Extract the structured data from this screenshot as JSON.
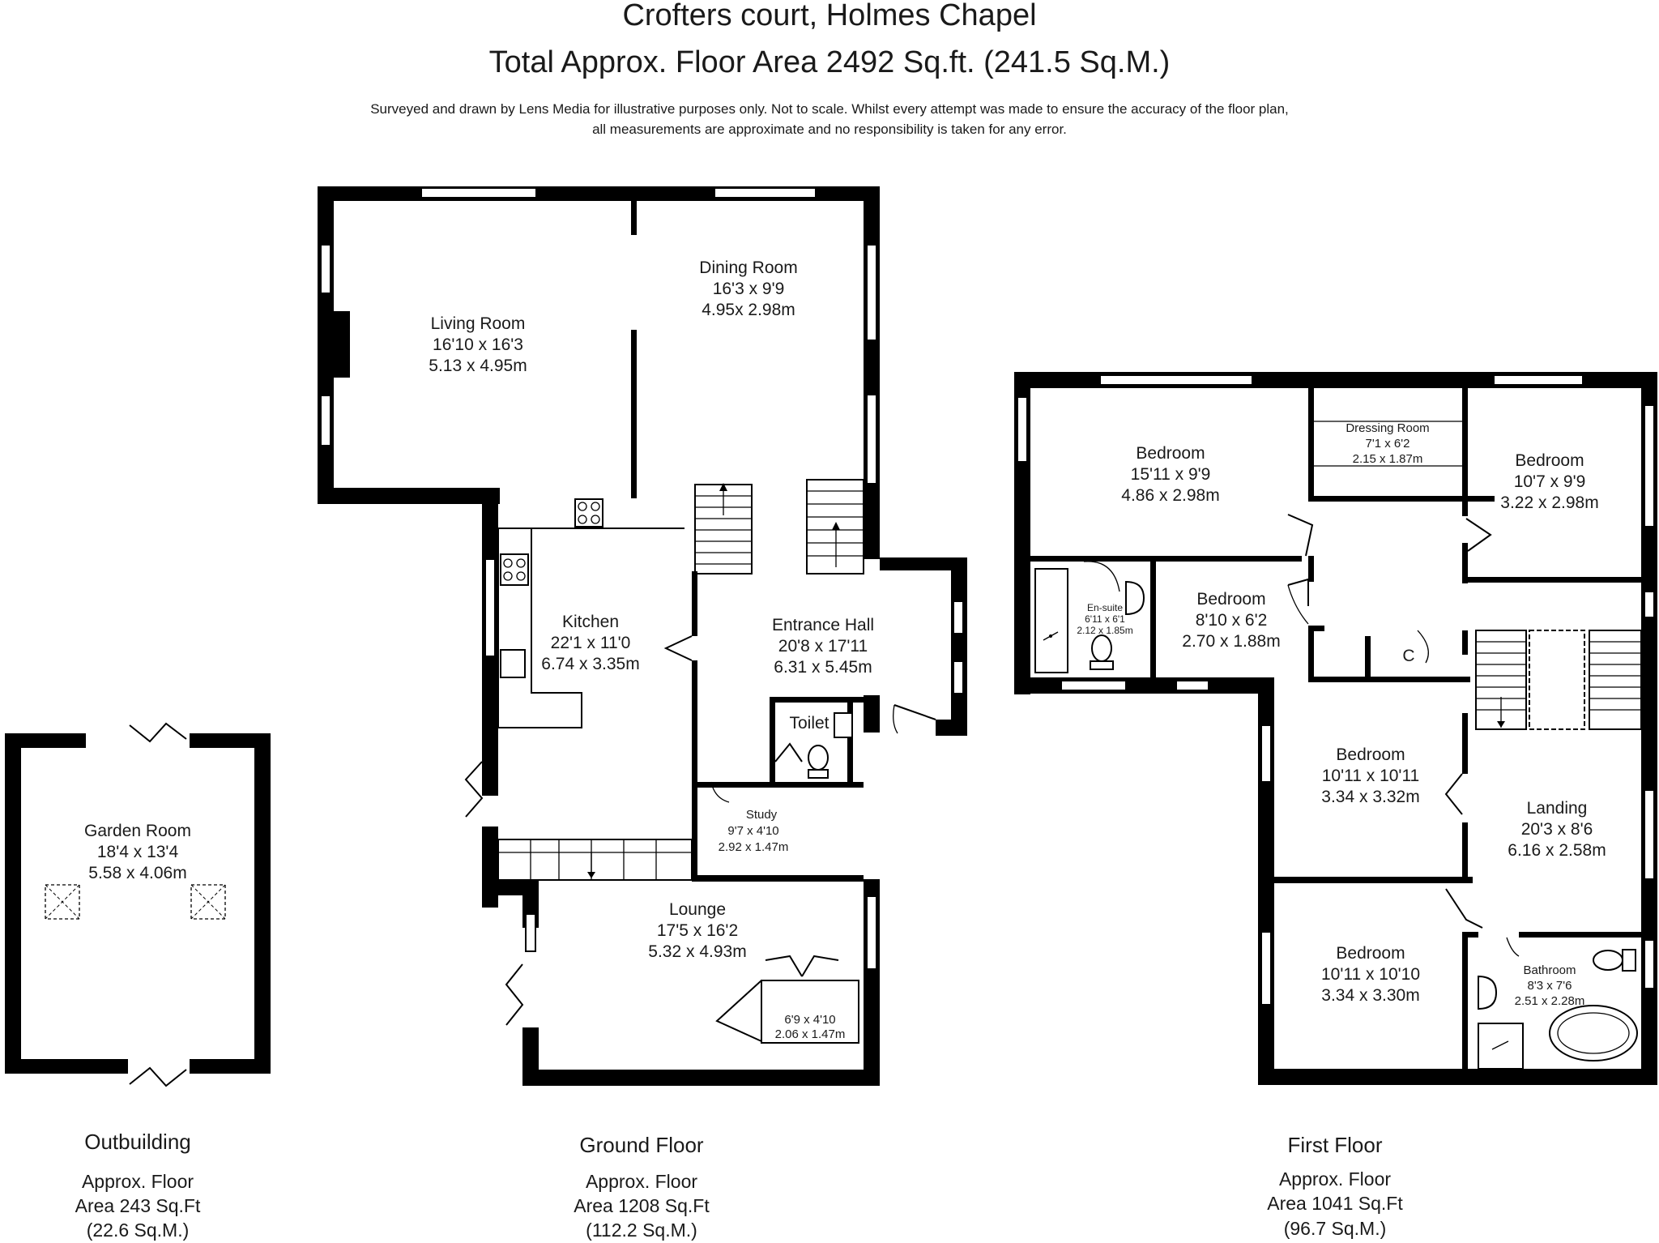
{
  "header": {
    "title_line1": "Crofters court, Holmes Chapel",
    "title_line2": "Total Approx. Floor Area 2492 Sq.ft. (241.5 Sq.M.)",
    "disclaimer_line1": "Surveyed and drawn by Lens Media for illustrative purposes only. Not to scale. Whilst every attempt was made to ensure the accuracy of the floor plan,",
    "disclaimer_line2": "all measurements are approximate and no responsibility is taken for any error."
  },
  "outbuilding": {
    "caption": "Outbuilding",
    "area_line1": "Approx. Floor",
    "area_line2": "Area 243 Sq.Ft",
    "area_line3": "(22.6 Sq.M.)",
    "rooms": {
      "garden_room": {
        "name": "Garden Room",
        "imperial": "18'4 x 13'4",
        "metric": "5.58 x 4.06m"
      }
    }
  },
  "ground_floor": {
    "caption": "Ground Floor",
    "area_line1": "Approx. Floor",
    "area_line2": "Area 1208 Sq.Ft",
    "area_line3": "(112.2 Sq.M.)",
    "rooms": {
      "living_room": {
        "name": "Living Room",
        "imperial": "16'10 x 16'3",
        "metric": "5.13 x 4.95m"
      },
      "dining_room": {
        "name": "Dining Room",
        "imperial": "16'3 x 9'9",
        "metric": "4.95x 2.98m"
      },
      "kitchen": {
        "name": "Kitchen",
        "imperial": "22'1 x 11'0",
        "metric": "6.74 x 3.35m"
      },
      "entrance_hall": {
        "name": "Entrance Hall",
        "imperial": "20'8 x 17'11",
        "metric": "6.31 x 5.45m"
      },
      "toilet": {
        "name": "Toilet"
      },
      "study": {
        "name": "Study",
        "imperial": "9'7 x 4'10",
        "metric": "2.92 x 1.47m"
      },
      "lounge": {
        "name": "Lounge",
        "imperial": "17'5 x 16'2",
        "metric": "5.32 x 4.93m"
      },
      "store": {
        "imperial": "6'9 x 4'10",
        "metric": "2.06 x 1.47m"
      }
    }
  },
  "first_floor": {
    "caption": "First Floor",
    "area_line1": "Approx. Floor",
    "area_line2": "Area 1041 Sq.Ft",
    "area_line3": "(96.7 Sq.M.)",
    "rooms": {
      "bedroom_1": {
        "name": "Bedroom",
        "imperial": "15'11 x 9'9",
        "metric": "4.86 x 2.98m"
      },
      "dressing_room": {
        "name": "Dressing Room",
        "imperial": "7'1 x 6'2",
        "metric": "2.15 x 1.87m"
      },
      "bedroom_2": {
        "name": "Bedroom",
        "imperial": "10'7 x 9'9",
        "metric": "3.22 x 2.98m"
      },
      "ensuite": {
        "name": "En-suite",
        "imperial": "6'11 x 6'1",
        "metric": "2.12 x 1.85m"
      },
      "bedroom_3": {
        "name": "Bedroom",
        "imperial": "8'10 x 6'2",
        "metric": "2.70 x 1.88m"
      },
      "cupboard": {
        "name": "C"
      },
      "bedroom_4": {
        "name": "Bedroom",
        "imperial": "10'11 x 10'11",
        "metric": "3.34 x 3.32m"
      },
      "landing": {
        "name": "Landing",
        "imperial": "20'3 x 8'6",
        "metric": "6.16 x 2.58m"
      },
      "bedroom_5": {
        "name": "Bedroom",
        "imperial": "10'11 x 10'10",
        "metric": "3.34 x 3.30m"
      },
      "bathroom": {
        "name": "Bathroom",
        "imperial": "8'3 x 7'6",
        "metric": "2.51 x 2.28m"
      }
    }
  }
}
